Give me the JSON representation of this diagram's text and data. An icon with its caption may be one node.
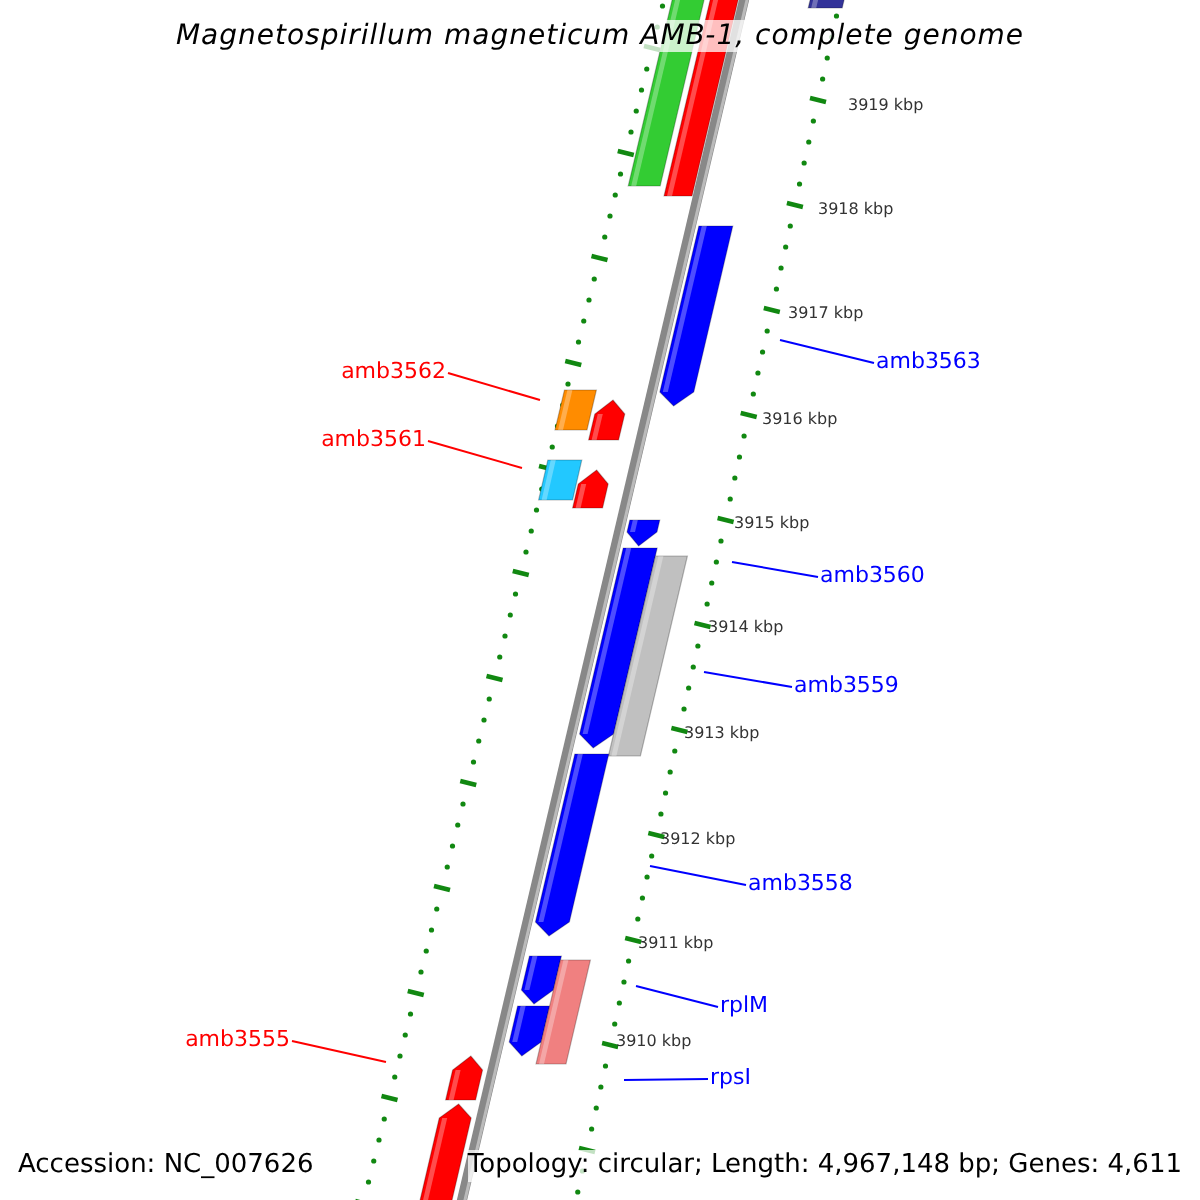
{
  "diagram": {
    "title": "Magnetospirillum magneticum AMB-1, complete genome",
    "nodes": [
      {
        "text": [
          "amb3563"
        ]
      },
      {
        "text": [
          "amb3562"
        ]
      },
      {
        "text": [
          "amb3561"
        ]
      },
      {
        "text": [
          "amb3560"
        ]
      },
      {
        "text": [
          "amb3559"
        ]
      },
      {
        "text": [
          "amb3558"
        ]
      },
      {
        "text": [
          "rplM"
        ]
      },
      {
        "text": [
          "rpsI"
        ]
      },
      {
        "text": [
          "amb3555"
        ]
      }
    ],
    "edges": [
      {
        "from": 0,
        "to": null,
        "arrow": "none"
      },
      {
        "from": 1,
        "to": null,
        "arrow": "none",
        "color": "#ff0000"
      },
      {
        "from": 2,
        "to": null,
        "arrow": "none",
        "color": "#ff0000"
      },
      {
        "from": 3,
        "to": null,
        "arrow": "none"
      },
      {
        "from": 4,
        "to": null,
        "arrow": "none"
      },
      {
        "from": 5,
        "to": null,
        "arrow": "none"
      },
      {
        "from": 6,
        "to": null,
        "arrow": "none"
      },
      {
        "from": 7,
        "to": null,
        "arrow": "none"
      },
      {
        "from": 8,
        "to": null,
        "arrow": "none",
        "color": "#ff0000"
      }
    ],
    "labels": [
      "3919 kbp",
      "3918 kbp",
      "3917 kbp",
      "3916 kbp",
      "3915 kbp",
      "3914 kbp",
      "3913 kbp",
      "3912 kbp",
      "3911 kbp",
      "3910 kbp",
      "Accession: NC_007626",
      "Topology: circular; Length: 4,967,148 bp; Genes: 4,611"
    ]
  }
}
